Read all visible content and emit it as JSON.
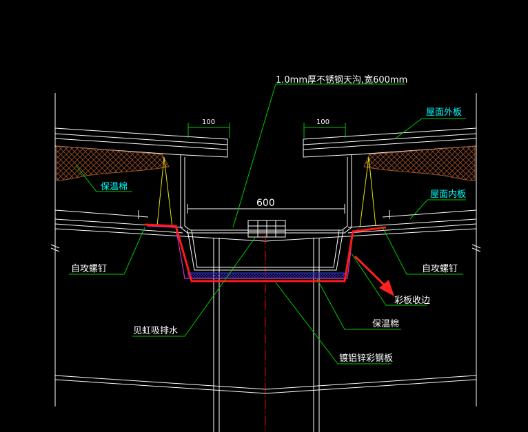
{
  "drawing": {
    "callouts": {
      "gutter_spec": "1.0mm厚不锈钢天沟,宽600mm",
      "outer_roof_panel": "屋面外板",
      "insulation_left": "保温棉",
      "inner_roof_panel": "屋面内板",
      "screw_left": "自攻螺钉",
      "screw_right": "自攻螺钉",
      "flashing": "彩板收边",
      "siphon_drain": "见虹吸排水",
      "insulation_bottom": "保温棉",
      "galvalume_panel": "镀铝锌彩钢板"
    },
    "dimensions": {
      "overlap_left": "100",
      "overlap_right": "100",
      "gutter_width": "600"
    },
    "colors": {
      "background": "#000000",
      "linework": "#ffffff",
      "leader": "#00cc00",
      "label_cyan": "#00ffff",
      "flashing_red": "#ff1a1a",
      "arrow_red": "#ff2020",
      "magenta": "#cc33cc",
      "yellow": "#e6e600",
      "insulation_fill": "#a0522d",
      "blue_fill": "#2222aa",
      "centerline": "#ff0000"
    },
    "icons": {
      "insulation": "cross-hatch-pattern",
      "siphon": "grid-box",
      "direction": "red-arrow"
    }
  }
}
